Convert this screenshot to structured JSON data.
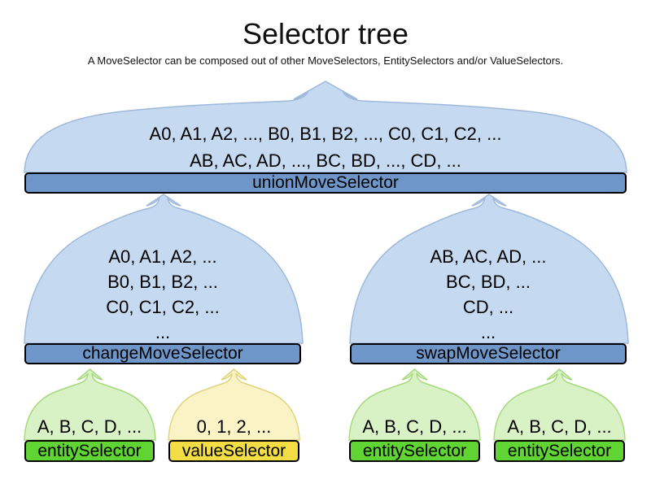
{
  "title": "Selector tree",
  "subtitle": "A MoveSelector can be composed out of other MoveSelectors, EntitySelectors and/or ValueSelectors.",
  "colors": {
    "light_blue": "#C5D9F0",
    "blue_bar": "#6E96C8",
    "light_green": "#D9F2C5",
    "green_bar": "#5FD432",
    "light_yellow": "#FAF3C6",
    "yellow_bar": "#F3DD45",
    "text": "#000000"
  },
  "nodes": {
    "union": {
      "label": "unionMoveSelector",
      "lines": [
        "A0, A1, A2, ..., B0, B1, B2, ..., C0, C1, C2, ...",
        "AB, AC, AD, ..., BC, BD, ..., CD, ..."
      ]
    },
    "change": {
      "label": "changeMoveSelector",
      "lines": [
        "A0, A1, A2, ...",
        "B0, B1, B2, ...",
        "C0, C1, C2, ...",
        "..."
      ]
    },
    "swap": {
      "label": "swapMoveSelector",
      "lines": [
        "AB, AC, AD, ...",
        "BC, BD, ...",
        "CD, ...",
        "..."
      ]
    },
    "entity_left": {
      "label": "entitySelector",
      "line": "A, B, C, D, ..."
    },
    "value": {
      "label": "valueSelector",
      "line": "0, 1, 2, ..."
    },
    "entity_mid": {
      "label": "entitySelector",
      "line": "A, B, C, D, ..."
    },
    "entity_right": {
      "label": "entitySelector",
      "line": "A, B, C, D, ..."
    }
  }
}
